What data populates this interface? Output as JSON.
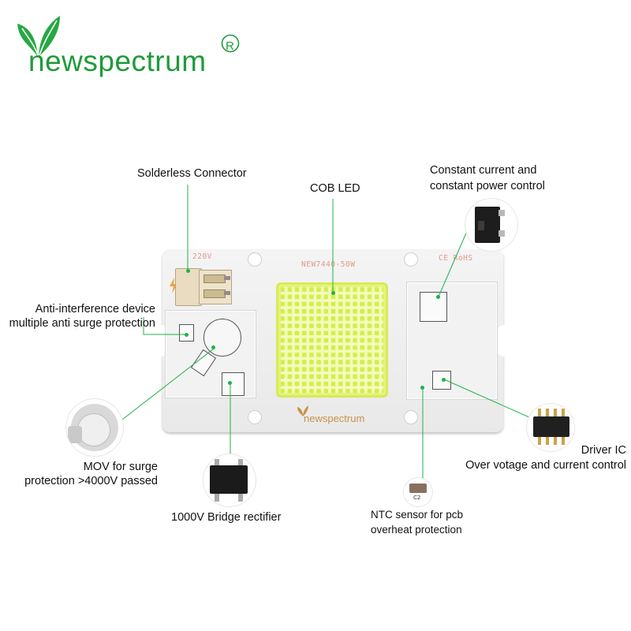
{
  "brand": {
    "name": "newspectrum",
    "registered_mark": "R",
    "color": "#1f9a3a"
  },
  "board": {
    "voltage": "220V",
    "model": "NEW7440-50W",
    "certifications": "CE RoHS",
    "logo": "newspectrum",
    "cob_color": "#e4f47a"
  },
  "callouts": {
    "solderless_connector": "Solderless Connector",
    "cob_led": "COB LED",
    "constant_current_line1": "Constant current and",
    "constant_current_line2": "constant power control",
    "anti_interference_line1": "Anti-interference device",
    "anti_interference_line2": "multiple anti surge protection",
    "mov_line1": "MOV for surge",
    "mov_line2": "protection >4000V passed",
    "bridge_rectifier": "1000V Bridge rectifier",
    "ntc_line1": "NTC sensor for pcb",
    "ntc_line2": "overheat protection",
    "driver_ic_line1": "Driver IC",
    "driver_ic_line2": "Over votage and current control"
  },
  "component_marks": {
    "ntc_label": "C2"
  },
  "colors": {
    "leader_line": "#1db34a",
    "text": "#111111"
  }
}
